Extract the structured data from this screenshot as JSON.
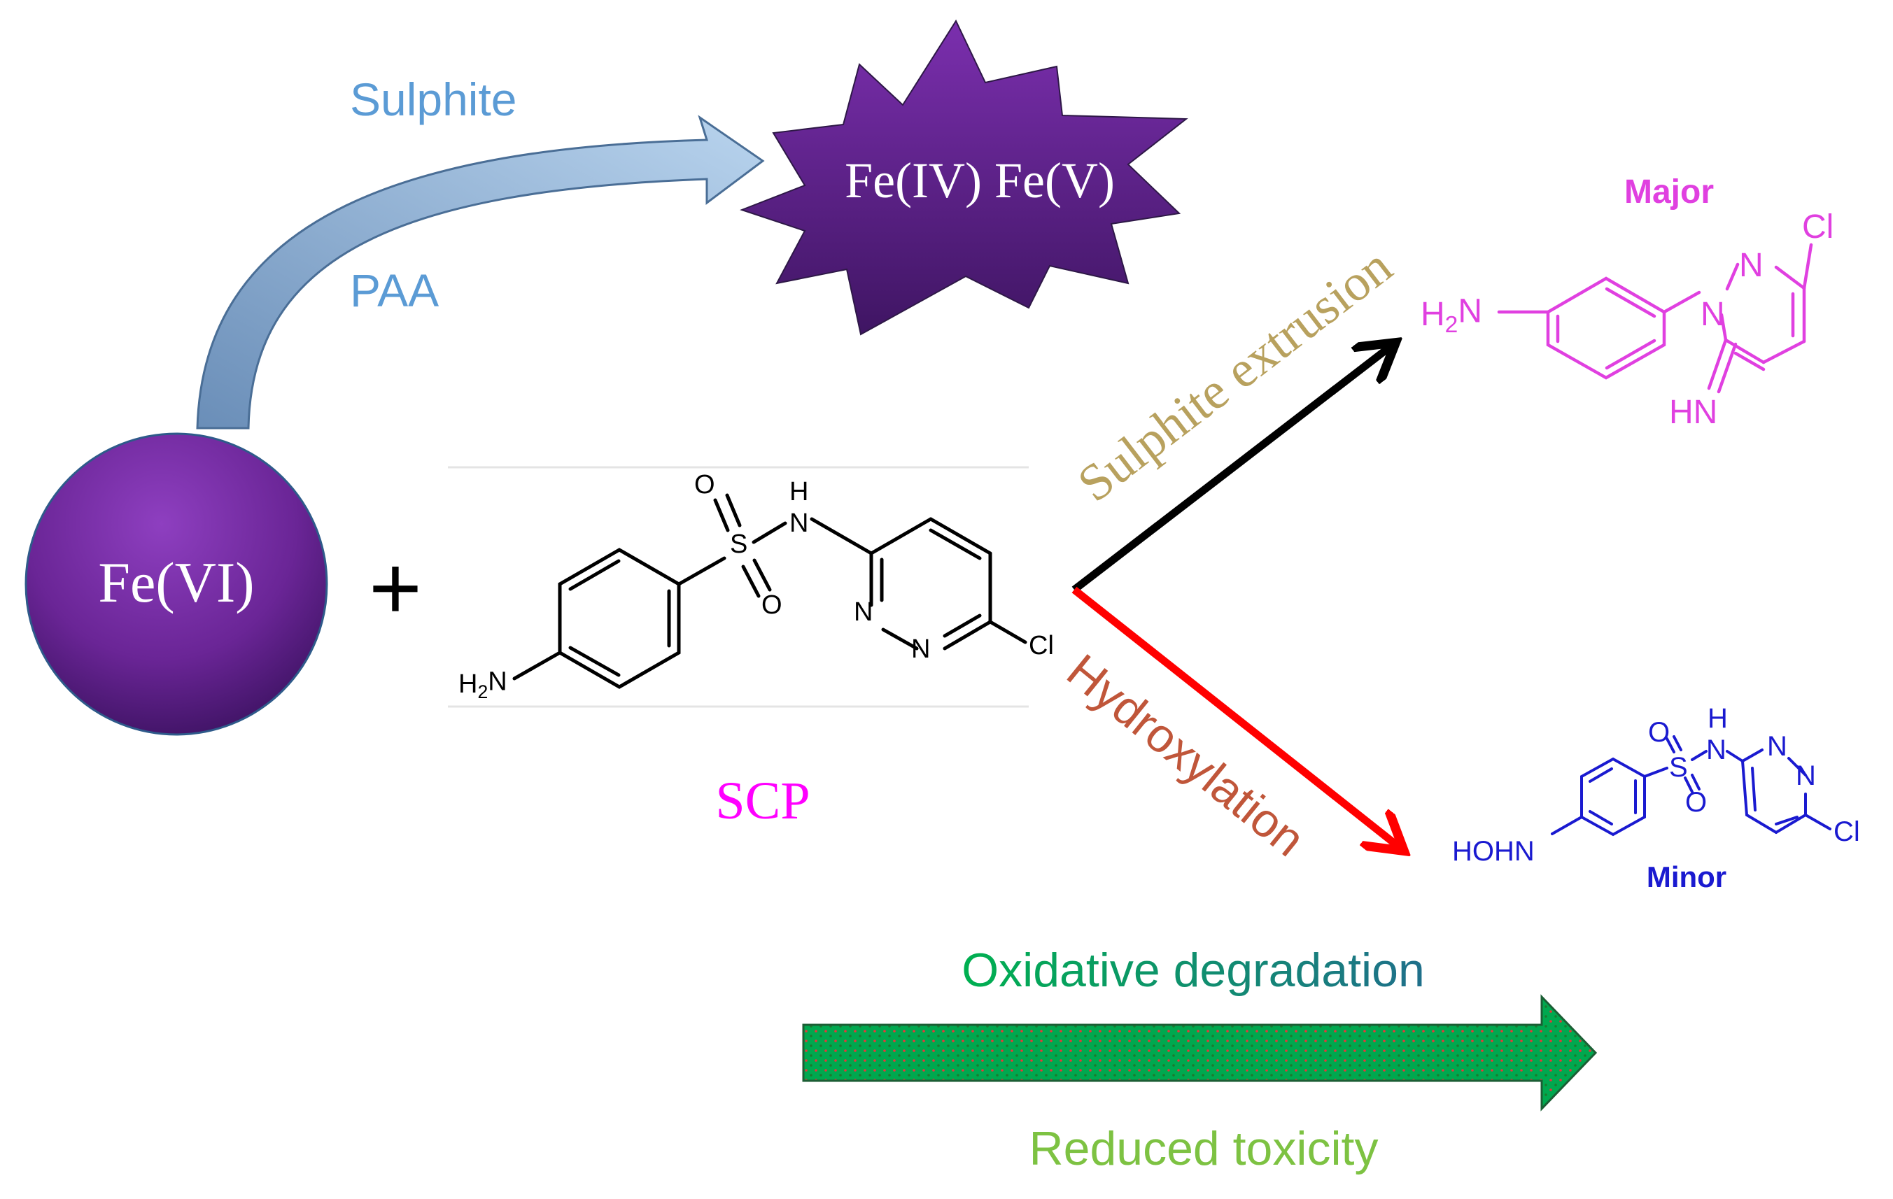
{
  "reagents": {
    "oxidant": "Fe(VI)",
    "plus": "+",
    "intermediates": "Fe(IV) Fe(V)",
    "activator_1": "Sulphite",
    "activator_2": "PAA"
  },
  "substrate": {
    "name": "SCP",
    "atoms": {
      "h2n": "H2N",
      "o_top": "O",
      "s": "S",
      "o_bottom": "O",
      "h": "H",
      "nh": "N",
      "n1": "N",
      "n2": "N",
      "cl": "Cl"
    }
  },
  "pathways": [
    {
      "label": "Sulphite extrusion",
      "arrow_color": "#000000",
      "label_color": "#B8A15E"
    },
    {
      "label": "Hydroxylation",
      "arrow_color": "#FF0000",
      "label_color": "#C0563A"
    }
  ],
  "products": {
    "major": {
      "tag": "Major",
      "color": "#E040E0",
      "atoms": {
        "h2n": "H2N",
        "n1": "N",
        "n2": "N",
        "cl": "Cl",
        "hn": "HN"
      }
    },
    "minor": {
      "tag": "Minor",
      "color": "#1A1AD0",
      "atoms": {
        "hohn": "HOHN",
        "o_top": "O",
        "s": "S",
        "o_bottom": "O",
        "h": "H",
        "nh": "N",
        "n1": "N",
        "n2": "N",
        "cl": "Cl"
      }
    }
  },
  "outcome": {
    "top_label": "Oxidative degradation",
    "bottom_label": "Reduced toxicity"
  },
  "colors": {
    "iron_purple": "#6E2A9C",
    "activator_blue": "#5B9BD5",
    "scp_magenta": "#FF00FF",
    "outcome_green": "#00B050",
    "reduced_green": "#7DC242"
  }
}
